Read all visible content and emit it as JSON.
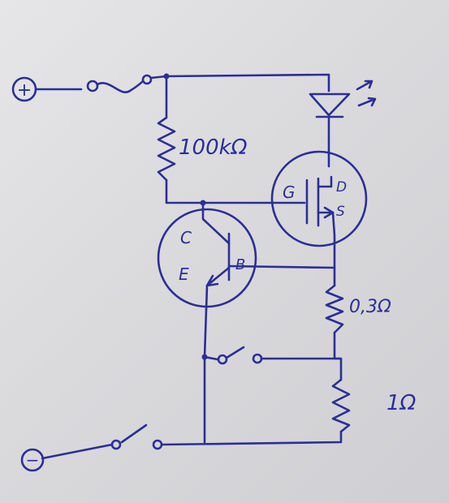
{
  "terminals": {
    "positive": "+",
    "negative": "−"
  },
  "resistors": {
    "r_gate": "100kΩ",
    "r_mid": "0,3Ω",
    "r_low": "1Ω"
  },
  "mosfet": {
    "gate": "G",
    "drain": "D",
    "source": "S"
  },
  "bjt": {
    "collector": "C",
    "base": "B",
    "emitter": "E"
  },
  "ink_color": "#2b2f95",
  "paper_color": "#e2e2e4"
}
